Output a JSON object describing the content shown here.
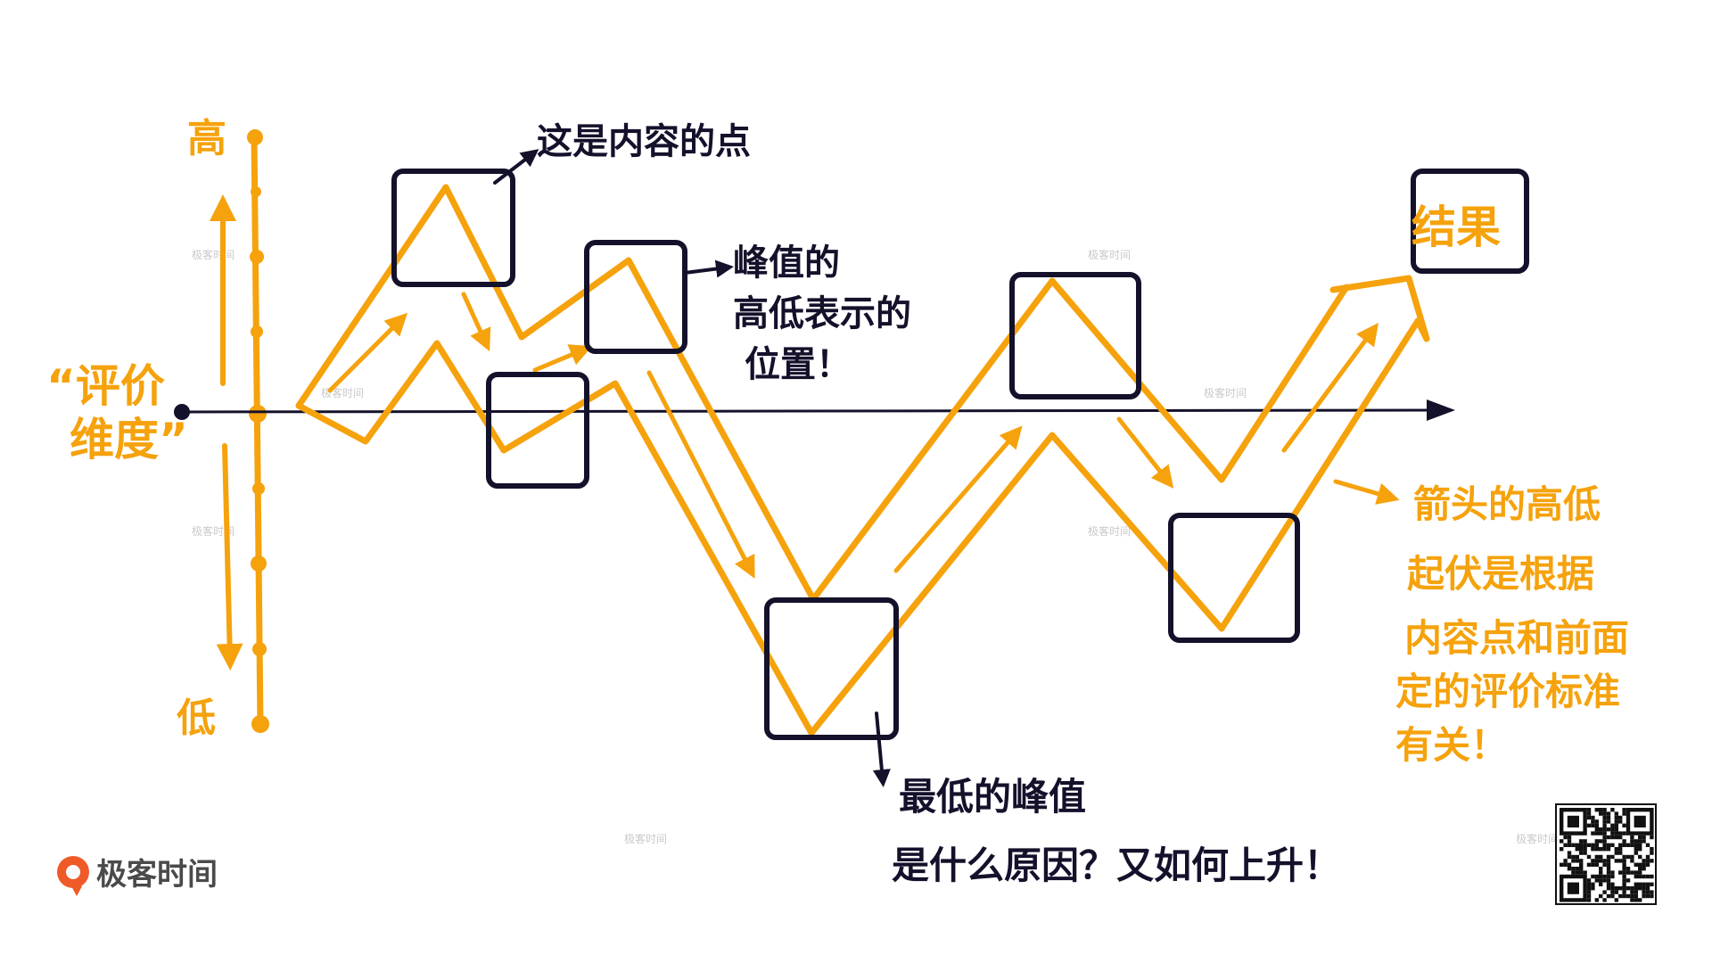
{
  "colors": {
    "orange": "#f5a20c",
    "navy": "#14112b",
    "brand": "#ef5a28",
    "watermark": "#c9c9c9"
  },
  "scale": {
    "title": "“评价维度”",
    "title_line1": "“评价",
    "title_line2": "维度”",
    "high": "高",
    "low": "低"
  },
  "annotations": {
    "content_point": "这是内容的点",
    "peak_meaning": [
      "峰值的",
      "高低表示的",
      "位置！"
    ],
    "lowest_peak": [
      "最低的峰值",
      "是什么原因？又如何上升！"
    ],
    "arrow_meaning": [
      "箭头的高低",
      "起伏是根据",
      "内容点和前面",
      "定的评价标准",
      "有关！"
    ],
    "result": "结果"
  },
  "brand": {
    "name": "极客时间",
    "watermark": "极客时间"
  },
  "icons": {
    "brand_logo": "geektime-logo-icon",
    "qr": "qr-code-icon"
  }
}
